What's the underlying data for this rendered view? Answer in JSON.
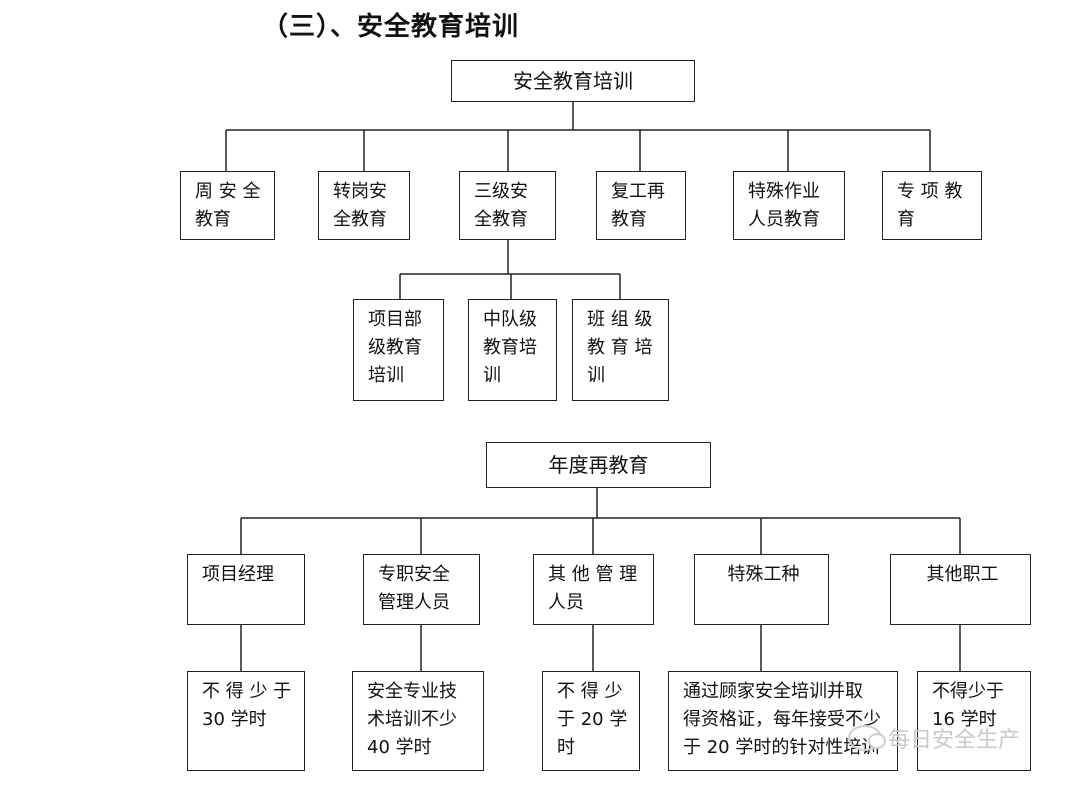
{
  "heading": "（三）、安全教育培训",
  "chart1": {
    "root": "安全教育培训",
    "children": [
      "周 安 全\n教育",
      "转岗安\n全教育",
      "三级安\n全教育",
      "复工再\n教育",
      "特殊作业\n人员教育",
      "专 项 教\n育"
    ],
    "sub_children": [
      "项目部\n级教育\n培训",
      "中队级\n教育培\n训",
      "班 组 级\n教 育 培\n训"
    ]
  },
  "chart2": {
    "root": "年度再教育",
    "categories": [
      "项目经理",
      "专职安全\n管理人员",
      "其 他 管 理\n人员",
      "特殊工种",
      "其他职工"
    ],
    "requirements": [
      "不 得 少 于\n30 学时",
      "安全专业技\n术培训不少\n40 学时",
      "不 得 少\n于 20 学\n时",
      "通过顾家安全培训并取\n得资格证，每年接受不少\n于 20 学时的针对性培训",
      "不得少于\n16 学时"
    ]
  },
  "watermark": "每日安全生产"
}
